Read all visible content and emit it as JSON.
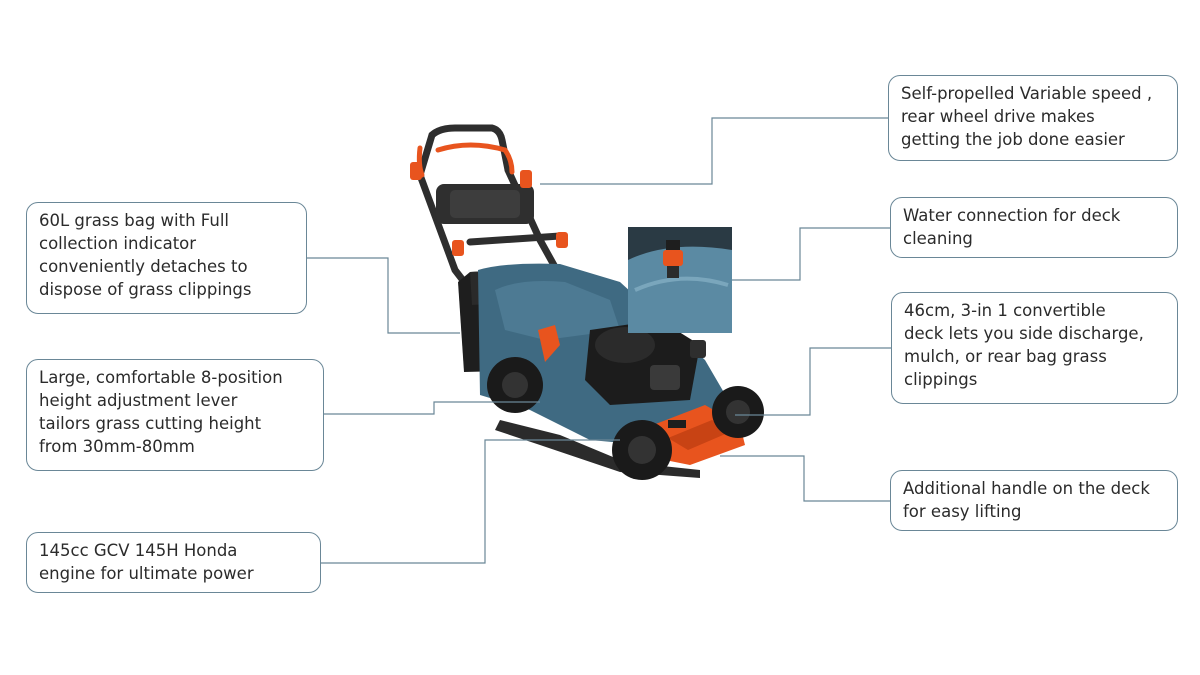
{
  "callouts": {
    "grass_bag": "60L  grass bag with Full\ncollection indicator\nconveniently detaches to\ndispose of grass clippings",
    "height_lever": "Large, comfortable 8-position\nheight adjustment lever\ntailors grass cutting height\nfrom  30mm-80mm",
    "engine": "145cc GCV 145H Honda\nengine for ultimate power",
    "self_propelled": "Self-propelled Variable speed ,\nrear wheel drive makes\ngetting the job done easier",
    "water_connection": "Water connection for deck\ncleaning",
    "deck": "46cm, 3-in 1 convertible\ndeck lets you side discharge,\nmulch, or rear bag grass\nclippings",
    "handle": "Additional handle on the deck\nfor easy lifting"
  },
  "colors": {
    "accent_orange": "#e8541e",
    "deck_blue": "#3f6a82",
    "callout_border": "#6a8797"
  }
}
